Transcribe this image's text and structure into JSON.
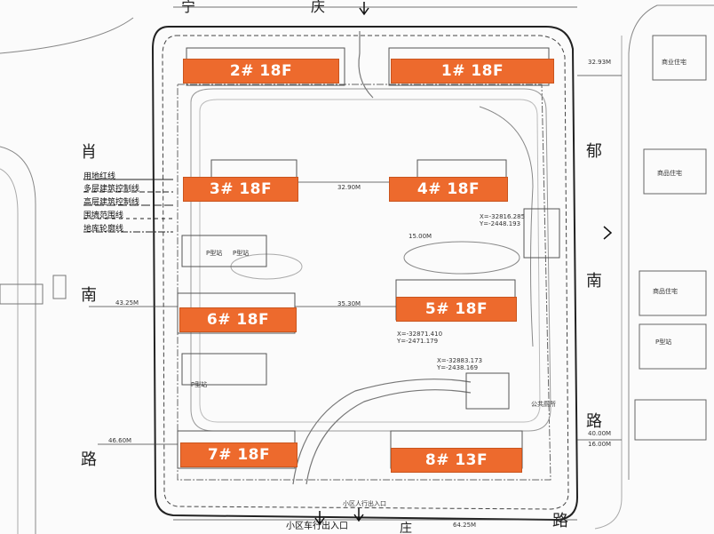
{
  "buildings": [
    {
      "id": "b2",
      "label": "2# 18F"
    },
    {
      "id": "b1",
      "label": "1# 18F"
    },
    {
      "id": "b3",
      "label": "3# 18F"
    },
    {
      "id": "b4",
      "label": "4# 18F"
    },
    {
      "id": "b6",
      "label": "6# 18F"
    },
    {
      "id": "b5",
      "label": "5# 18F"
    },
    {
      "id": "b7",
      "label": "7# 18F"
    },
    {
      "id": "b8",
      "label": "8# 13F"
    }
  ],
  "roads": {
    "left_1": "肖",
    "left_2": "南",
    "left_3": "路",
    "right_1": "郁",
    "right_2": "南",
    "right_3": "路",
    "top_1": "宁",
    "top_2": "庆",
    "bottom_1": "路",
    "bottom_2": "庄"
  },
  "legend": [
    "用地红线",
    "多层建筑控制线",
    "高层建筑控制线",
    "围墙范围线",
    "地库轮廓线"
  ],
  "entrance": {
    "vehicle": "小区车行出入口",
    "pedestrian": "小区人行出入口"
  },
  "labels": {
    "p_station_1": "P型站",
    "p_station_2": "P型站",
    "p_station_3": "P型站",
    "p_station_4": "P型站",
    "commercial_1": "商业住宅",
    "commercial_2": "商品住宅",
    "commercial_3": "商品住宅",
    "public_toilet": "公共厕所",
    "coord_1": "X=-32816.285",
    "coord_2": "Y=-2448.193",
    "coord_3": "X=-32871.410",
    "coord_4": "Y=-2471.179",
    "coord_5": "X=-32883.173",
    "coord_6": "Y=-2438.169",
    "dim_1": "32.90M",
    "dim_2": "35.30M",
    "dim_3": "15.00M",
    "dim_4": "43.25M",
    "dim_5": "46.60M",
    "dim_6": "64.25M",
    "dim_7": "32.93M",
    "dim_8": "40.00M",
    "dim_9": "16.00M"
  }
}
